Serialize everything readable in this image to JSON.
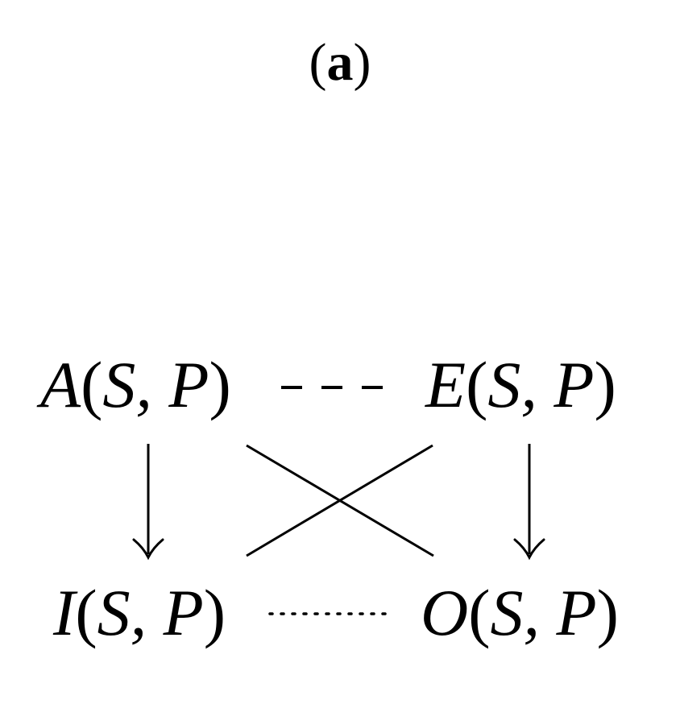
{
  "panel": {
    "open": "(",
    "letter": "a",
    "close": ")"
  },
  "nodes": {
    "A": {
      "sym": "A",
      "open": "(",
      "args": "S, P",
      "close": ")"
    },
    "E": {
      "sym": "E",
      "open": "(",
      "args": "S, P",
      "close": ")"
    },
    "I": {
      "sym": "I",
      "open": "(",
      "args": "S, P",
      "close": ")"
    },
    "O": {
      "sym": "O",
      "open": "(",
      "args": "S, P",
      "close": ")"
    }
  },
  "colors": {
    "ink": "#000000",
    "background": "#ffffff"
  }
}
